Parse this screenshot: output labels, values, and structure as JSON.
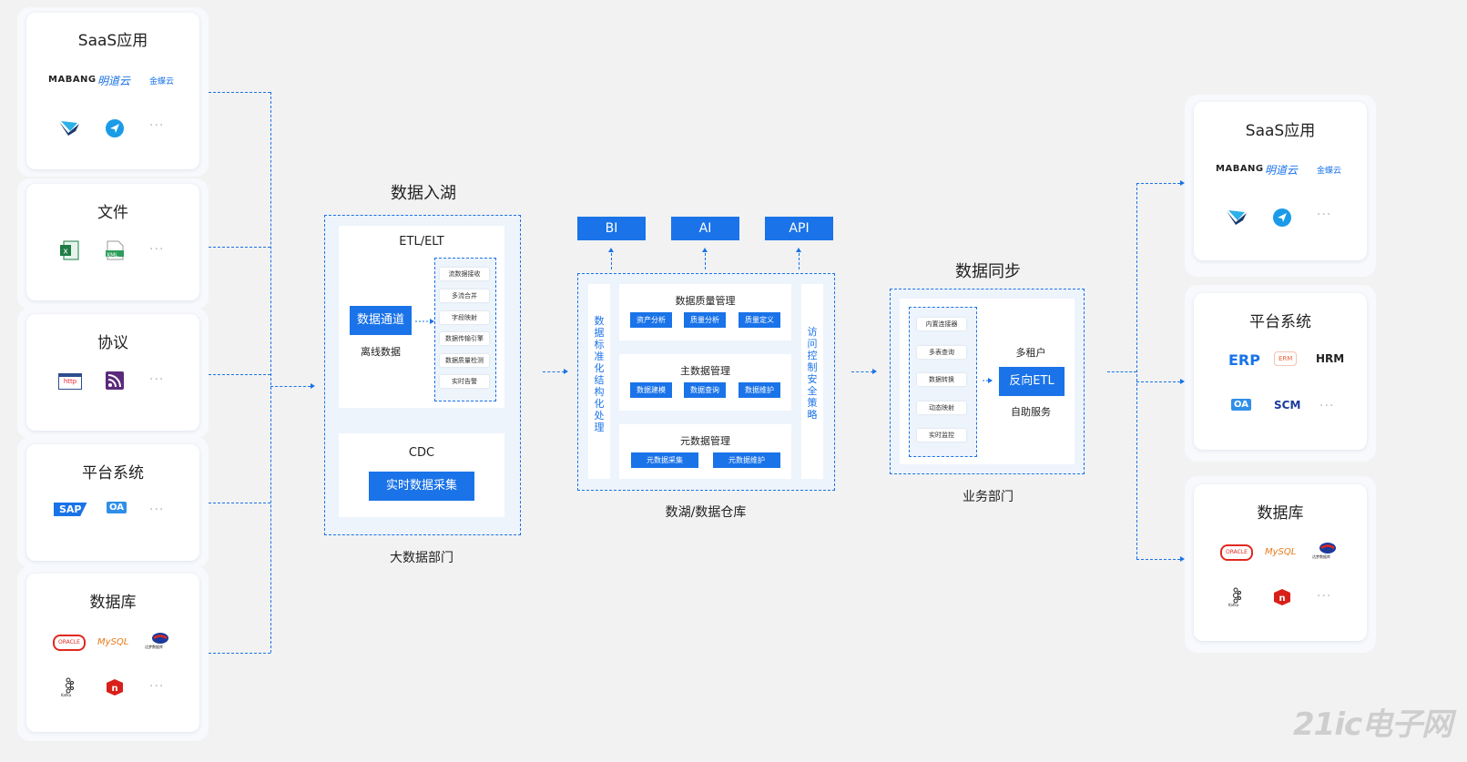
{
  "left_sources": [
    {
      "title": "SaaS应用",
      "logos": [
        "MABANG",
        "明道云",
        "金蝶云"
      ],
      "more": "···"
    },
    {
      "title": "文件",
      "more": "···",
      "file_tags": [
        "XML"
      ]
    },
    {
      "title": "协议",
      "more": "···",
      "protocol_tags": [
        "http"
      ]
    },
    {
      "title": "平台系统",
      "logos": [
        "SAP",
        "OA"
      ],
      "more": "···"
    },
    {
      "title": "数据库",
      "logos": [
        "ORACLE",
        "MySQL",
        "达梦数据库",
        "Kafka"
      ],
      "more": "···"
    }
  ],
  "ingest": {
    "title": "数据入湖",
    "etl_title": "ETL/ELT",
    "channel_button": "数据通道",
    "offline_label": "离线数据",
    "steps": [
      "流数据接收",
      "多流合并",
      "字段映射",
      "数据传输引擎",
      "数据质量检测",
      "实时告警"
    ],
    "cdc_title": "CDC",
    "cdc_button": "实时数据采集",
    "caption": "大数据部门"
  },
  "lake": {
    "outputs": [
      "BI",
      "AI",
      "API"
    ],
    "left_vertical": "数据标准化 结构化处理",
    "right_vertical": "访问控制 安全策略",
    "groups": [
      {
        "title": "数据质量管理",
        "items": [
          "资产分析",
          "质量分析",
          "质量定义"
        ]
      },
      {
        "title": "主数据管理",
        "items": [
          "数据建模",
          "数据查询",
          "数据维护"
        ]
      },
      {
        "title": "元数据管理",
        "items": [
          "元数据采集",
          "元数据维护"
        ]
      }
    ],
    "caption": "数湖/数据仓库"
  },
  "sync": {
    "title": "数据同步",
    "steps": [
      "内置连接器",
      "多表查询",
      "数据转换",
      "动态映射",
      "实时监控"
    ],
    "tenant_label": "多租户",
    "button": "反向ETL",
    "self_service": "自助服务",
    "caption": "业务部门"
  },
  "right_targets": [
    {
      "title": "SaaS应用",
      "logos": [
        "MABANG",
        "明道云",
        "金蝶云"
      ],
      "more": "···"
    },
    {
      "title": "平台系统",
      "logos": [
        "ERP",
        "ERM",
        "HRM",
        "OA",
        "SCM"
      ],
      "more": "···"
    },
    {
      "title": "数据库",
      "logos": [
        "ORACLE",
        "MySQL",
        "达梦数据库",
        "Kafka"
      ],
      "more": "···"
    }
  ],
  "watermark": "21ic电子网",
  "colors": {
    "accent": "#1a73e8",
    "background": "#f2f2f2",
    "panel": "#eef4fc"
  }
}
